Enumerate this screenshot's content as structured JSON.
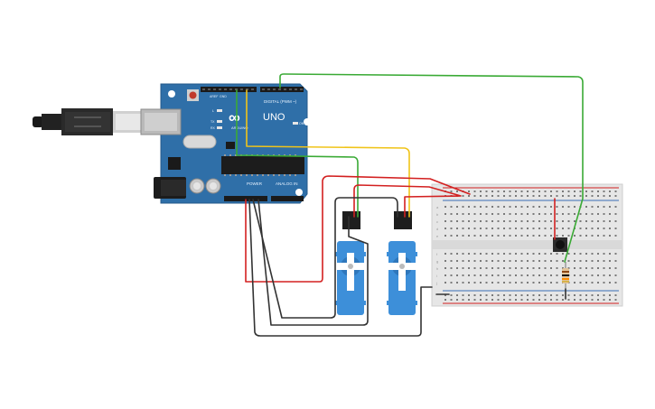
{
  "arduino": {
    "brand": "UNO",
    "model": "ARDUINO",
    "digital_header": "DIGITAL (PWM ~)",
    "power_label": "POWER",
    "analog_label": "ANALOG IN",
    "on_label": "ON",
    "tx_label": "TX",
    "rx_label": "RX",
    "l_label": "L",
    "aref_label": "AREF",
    "gnd_label": "GND",
    "logo_symbol": "∞"
  },
  "breadboard": {
    "row_letters_top": [
      "a",
      "b",
      "c",
      "d",
      "e"
    ],
    "row_letters_bottom": [
      "f",
      "g",
      "h",
      "i",
      "j"
    ]
  },
  "icons": {
    "usb": "usb-cable-icon",
    "servo": "servo-motor-icon",
    "button": "pushbutton-icon",
    "resistor": "resistor-icon"
  },
  "colors": {
    "board": "#2f6fa8",
    "wire_green": "#3aaa35",
    "wire_yellow": "#f0c419",
    "wire_red": "#d32020",
    "wire_black": "#333333",
    "servo": "#3d8fd9",
    "breadboard": "#e6e6e6"
  }
}
